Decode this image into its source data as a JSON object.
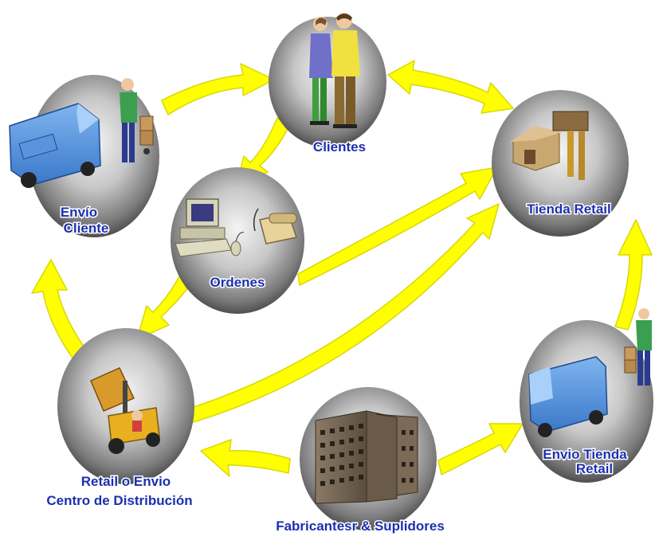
{
  "nodes": {
    "clientes": {
      "label": "Clientes"
    },
    "envio_cliente": {
      "label_line1": "Envío",
      "label_line2": "Cliente"
    },
    "tienda_retail": {
      "label": "Tienda Retail"
    },
    "ordenes": {
      "label": "Ordenes"
    },
    "centro_distribucion": {
      "label_line1": "Retail o Envio",
      "label_line2": "Centro de Distribución"
    },
    "envio_tienda": {
      "label_line1": "Envio Tienda",
      "label_line2": "Retail"
    },
    "fabricantes": {
      "label": "Fabricantesr & Suplidores"
    }
  },
  "colors": {
    "arrow": "#ffff00",
    "arrow_outline": "#d8d800",
    "label_text": "#1c2fb0",
    "label_outline": "#ffffff",
    "circle_light": "#e6e6e6",
    "circle_dark": "#3f3f3f"
  }
}
